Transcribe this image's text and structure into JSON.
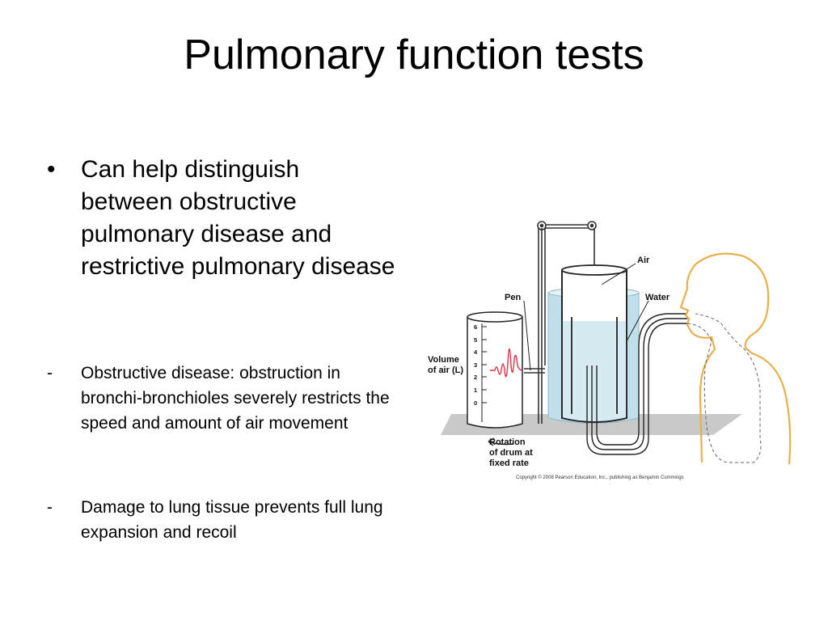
{
  "slide": {
    "title": "Pulmonary function tests",
    "main_bullet": {
      "marker": "•",
      "text": "Can help distinguish between obstructive pulmonary disease and restrictive pulmonary disease"
    },
    "sub_items": [
      {
        "marker": "-",
        "text": "Obstructive disease: obstruction in bronchi-bronchioles severely restricts the speed and amount of air movement"
      },
      {
        "marker": "-",
        "text": " Damage to lung tissue prevents full lung expansion and recoil"
      }
    ]
  },
  "diagram": {
    "labels": {
      "air": "Air",
      "water": "Water",
      "pen": "Pen",
      "volume_line1": "Volume",
      "volume_line2": "of air (L)",
      "rotation_line1": "Rotation",
      "rotation_line2": "of drum at",
      "rotation_line3": "fixed rate",
      "copyright": "Copyright © 2008 Pearson Education, Inc., publishing as Benjamin Cummings"
    },
    "scale_ticks": [
      "6",
      "5",
      "4",
      "3",
      "2",
      "1",
      "0"
    ],
    "colors": {
      "water": "#bfe0ea",
      "profile": "#e8b04a",
      "trace": "#d8334a",
      "platform": "#c9c9c9"
    }
  }
}
